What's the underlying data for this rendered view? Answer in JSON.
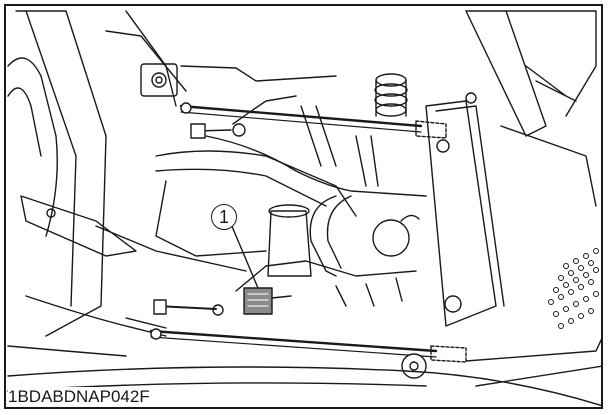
{
  "figure": {
    "id_label": "1BDABDNAP042F",
    "callouts": [
      {
        "number": "1",
        "part": "cable-connector"
      }
    ]
  },
  "colors": {
    "line": "#1a1a1a",
    "background": "#ffffff"
  }
}
